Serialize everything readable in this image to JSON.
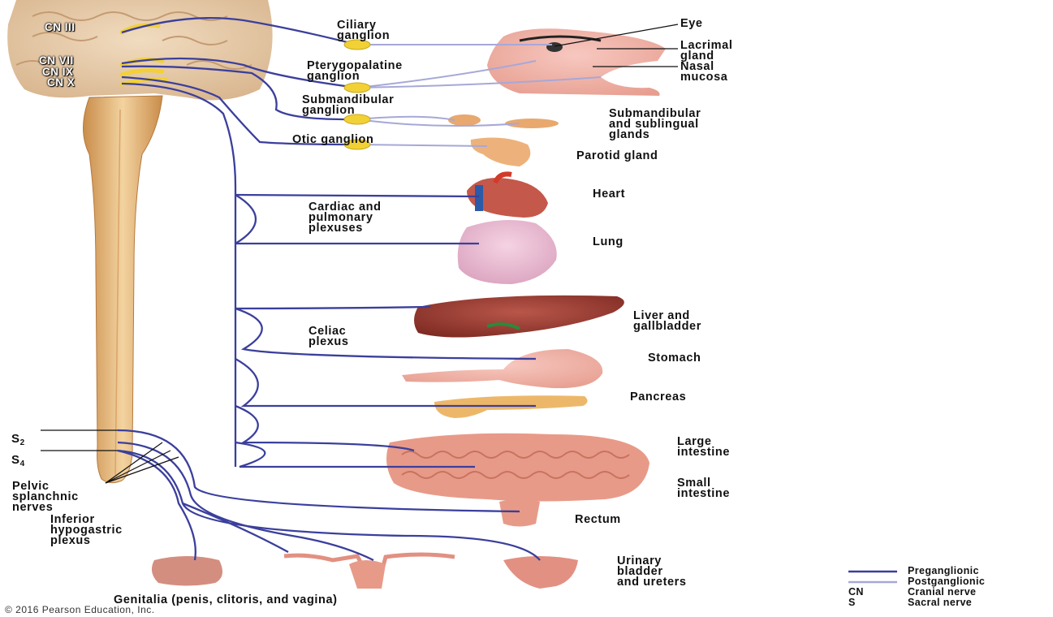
{
  "cranial_nerves": {
    "cn3": "CN III",
    "cn7": "CN VII",
    "cn9": "CN IX",
    "cn10": "CN X"
  },
  "ganglia": {
    "ciliary": "Ciliary\nganglion",
    "pterygopalatine": "Pterygopalatine\nganglion",
    "submandibular": "Submandibular\nganglion",
    "otic": "Otic ganglion"
  },
  "organs": {
    "eye": "Eye",
    "lacrimal": "Lacrimal\ngland",
    "nasal": "Nasal\nmucosa",
    "submandibular_glands": "Submandibular\nand sublingual\nglands",
    "parotid": "Parotid gland",
    "heart": "Heart",
    "lung": "Lung",
    "liver": "Liver and\ngallbladder",
    "stomach": "Stomach",
    "pancreas": "Pancreas",
    "large_intestine": "Large\nintestine",
    "small_intestine": "Small\nintestine",
    "rectum": "Rectum",
    "bladder": "Urinary\nbladder\nand ureters",
    "genitalia": "Genitalia (penis, clitoris, and vagina)"
  },
  "plexuses": {
    "cardiac": "Cardiac and\npulmonary\nplexuses",
    "celiac": "Celiac\nplexus",
    "pelvic": "Pelvic\nsplanchnic\nnerves",
    "hypogastric": "Inferior\nhypogastric\nplexus"
  },
  "sacral": {
    "s2_letter": "S",
    "s2_sub": "2",
    "s4_letter": "S",
    "s4_sub": "4"
  },
  "legend": {
    "pre": "Preganglionic",
    "post": "Postganglionic",
    "cn_abbr": "CN",
    "cn_def": "Cranial nerve",
    "s_abbr": "S",
    "s_def": "Sacral nerve",
    "pre_color": "#3b3f9c",
    "post_color": "#a6a8d8"
  },
  "copyright": "© 2016 Pearson Education, Inc."
}
